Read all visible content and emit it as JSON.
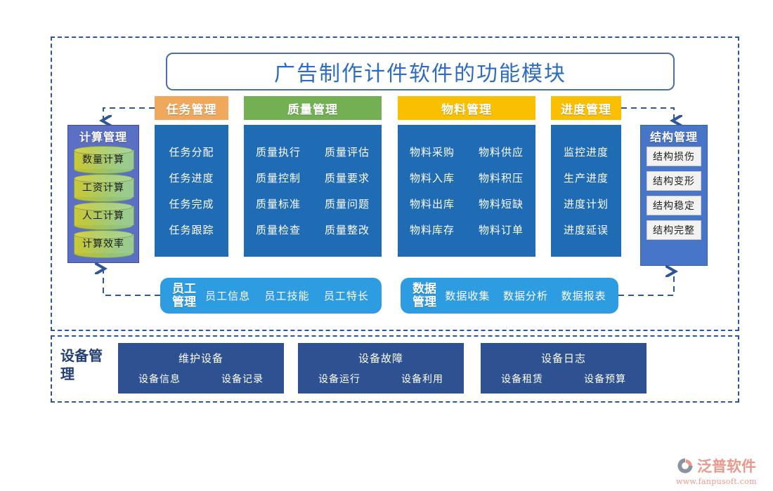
{
  "title": "广告制作计件软件的功能模块",
  "columns": [
    {
      "key": "task",
      "header": "任务管理",
      "header_color": "#F0A95C",
      "layout": "single",
      "rows": [
        [
          "任务分配"
        ],
        [
          "任务进度"
        ],
        [
          "任务完成"
        ],
        [
          "任务跟踪"
        ]
      ]
    },
    {
      "key": "quality",
      "header": "质量管理",
      "header_color": "#73B054",
      "layout": "double",
      "rows": [
        [
          "质量执行",
          "质量评估"
        ],
        [
          "质量控制",
          "质量要求"
        ],
        [
          "质量标准",
          "质量问题"
        ],
        [
          "质量检查",
          "质量整改"
        ]
      ]
    },
    {
      "key": "material",
      "header": "物料管理",
      "header_color": "#FAC000",
      "layout": "double",
      "rows": [
        [
          "物料采购",
          "物料供应"
        ],
        [
          "物料入库",
          "物料积压"
        ],
        [
          "物料出库",
          "物料短缺"
        ],
        [
          "物料库存",
          "物料订单"
        ]
      ]
    },
    {
      "key": "schedule",
      "header": "进度管理",
      "header_color": "#FAC000",
      "layout": "single",
      "rows": [
        [
          "监控进度"
        ],
        [
          "生产进度"
        ],
        [
          "进度计划"
        ],
        [
          "进度延误"
        ]
      ]
    }
  ],
  "calc_panel": {
    "title": "计算管理",
    "items": [
      "数量计算",
      "工资计算",
      "人工计算",
      "计算效率"
    ]
  },
  "struct_panel": {
    "title": "结构管理",
    "items": [
      "结构损伤",
      "结构变形",
      "结构稳定",
      "结构完整"
    ]
  },
  "employee_box": {
    "title": "员工管理",
    "items": [
      "员工信息",
      "员工技能",
      "员工特长"
    ]
  },
  "data_box": {
    "title": "数据管理",
    "items": [
      "数据收集",
      "数据分析",
      "数据报表"
    ]
  },
  "device_section": {
    "label": "设备管理",
    "cards": [
      {
        "header": "维护设备",
        "items": [
          "设备信息",
          "设备记录"
        ]
      },
      {
        "header": "设备故障",
        "items": [
          "设备运行",
          "设备利用"
        ]
      },
      {
        "header": "设备日志",
        "items": [
          "设备租赁",
          "设备预算"
        ]
      }
    ]
  },
  "logo": {
    "name": "泛普软件",
    "url": "www.fanpusoft.com",
    "color": "#E8998D"
  },
  "colors": {
    "frame_dash": "#2E5699",
    "panel_blue": "#1F6CB4",
    "calc_panel": "#5B6FC4",
    "struct_panel": "#4775C8",
    "round_box": "#2D9CE0",
    "device_card": "#2E5191",
    "title_text": "#2E6CC4"
  }
}
